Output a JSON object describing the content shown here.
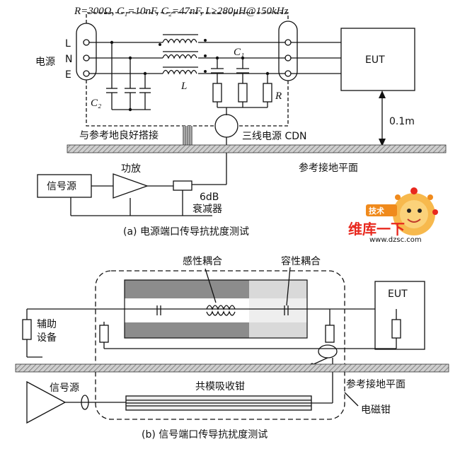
{
  "top": {
    "params": "R=300Ω, C₁=10nF, C₂=47nF, L≥280μH@150kHz",
    "power_label": "电源",
    "lines": [
      "L",
      "N",
      "E"
    ],
    "c1": "C₁",
    "c2": "C₂",
    "inductor": "L",
    "resistor": "R",
    "eut": "EUT",
    "bond": "与参考地良好搭接",
    "cdn": "三线电源 CDN",
    "distance": "0.1m",
    "ground_plane": "参考接地平面",
    "signal_source": "信号源",
    "amplifier": "功放",
    "attenuator_line1": "6dB",
    "attenuator_line2": "衰减器",
    "caption": "(a) 电源端口传导抗扰度测试"
  },
  "watermark": {
    "logo_text": "维库一下",
    "badge": "技术",
    "url": "www.dzsc.com"
  },
  "bottom": {
    "inductive": "感性耦合",
    "capacitive": "容性耦合",
    "eut": "EUT",
    "aux_line1": "辅助",
    "aux_line2": "设备",
    "signal_source": "信号源",
    "common_mode": "共模吸收钳",
    "ground_plane": "参考接地平面",
    "clamp": "电磁钳",
    "caption": "(b) 信号端口传导抗扰度测试"
  },
  "colors": {
    "line": "#111111",
    "hatch": "#6f6f6f",
    "clamp_dark": "#8c8c8c",
    "clamp_light": "#d6d6d6",
    "watermark_red": "#e8281e",
    "watermark_orange": "#f08a1c"
  }
}
